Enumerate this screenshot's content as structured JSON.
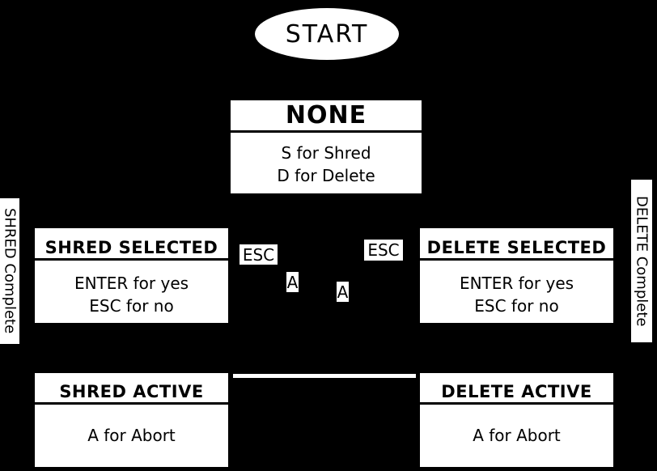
{
  "start": {
    "label": "START"
  },
  "states": [
    {
      "title": "NONE",
      "lines": [
        "S for Shred",
        "D for Delete"
      ]
    },
    {
      "title": "SHRED SELECTED",
      "lines": [
        "ENTER for yes",
        "ESC for no"
      ]
    },
    {
      "title": "DELETE SELECTED",
      "lines": [
        "ENTER for yes",
        "ESC for no"
      ]
    },
    {
      "title": "SHRED ACTIVE",
      "lines": [
        "A for Abort"
      ]
    },
    {
      "title": "DELETE ACTIVE",
      "lines": [
        "A for Abort"
      ]
    }
  ],
  "transition_labels": {
    "esc_left": "ESC",
    "esc_right": "ESC",
    "a_left": "A",
    "a_right": "A"
  },
  "side_labels": {
    "left": "SHRED Complete",
    "right": "DELETE Complete"
  },
  "colors": {
    "background": "#000000",
    "node_fill": "#ffffff",
    "node_text": "#000000"
  }
}
